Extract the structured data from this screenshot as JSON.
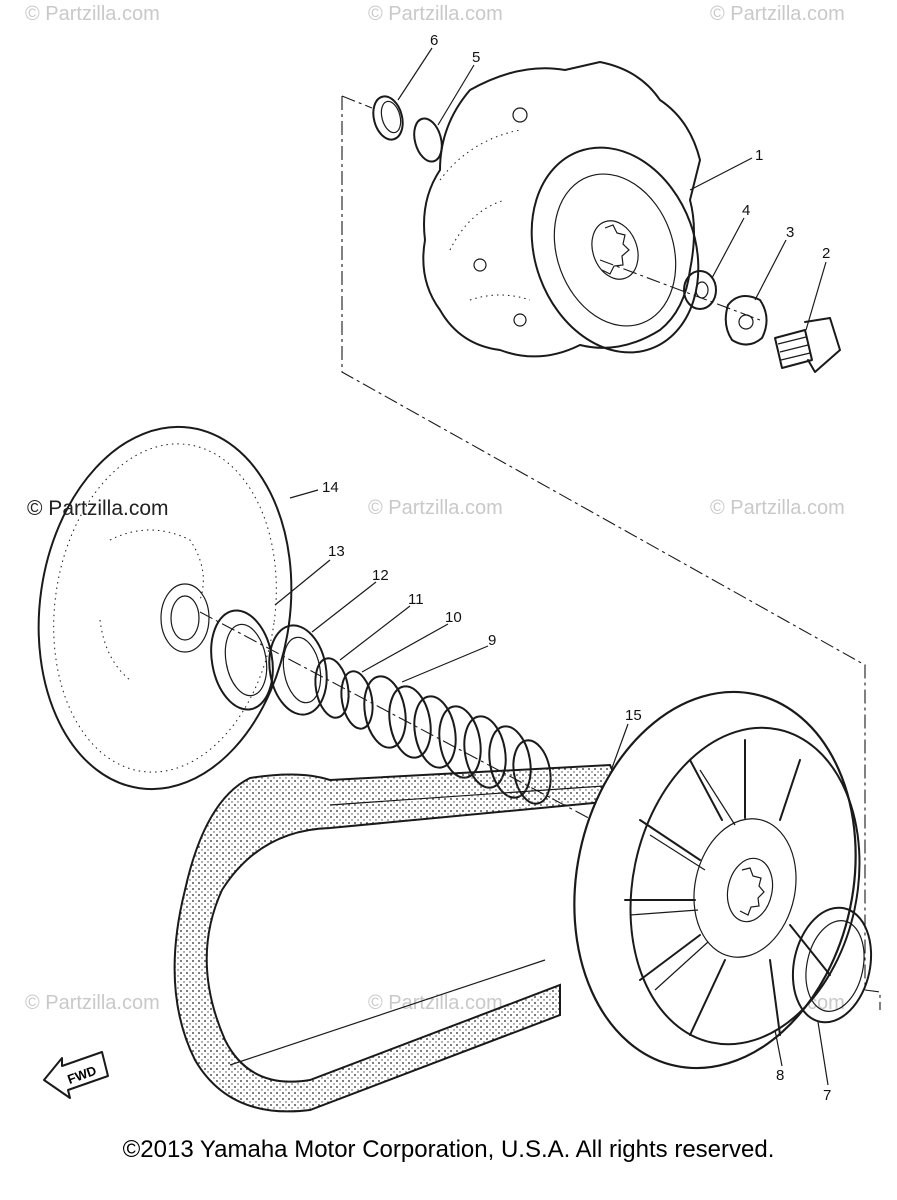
{
  "watermarks": [
    {
      "text": "© Partzilla.com"
    },
    {
      "text": "© Partzilla.com"
    },
    {
      "text": "© Partzilla.com"
    },
    {
      "text": "© Partzilla.com"
    },
    {
      "text": "© Partzilla.com"
    },
    {
      "text": "© Partzilla.com"
    },
    {
      "text": "© Partzilla.com"
    },
    {
      "text": "© Partzilla.com"
    },
    {
      "text": "© Partzilla.com"
    }
  ],
  "callouts": {
    "c1": "1",
    "c2": "2",
    "c3": "3",
    "c4": "4",
    "c5": "5",
    "c6": "6",
    "c7": "7",
    "c8": "8",
    "c9": "9",
    "c10": "10",
    "c11": "11",
    "c12": "12",
    "c13": "13",
    "c14": "14",
    "c15": "15"
  },
  "fwd_label": "FWD",
  "copyright": "©2013 Yamaha Motor Corporation, U.S.A. All rights reserved."
}
